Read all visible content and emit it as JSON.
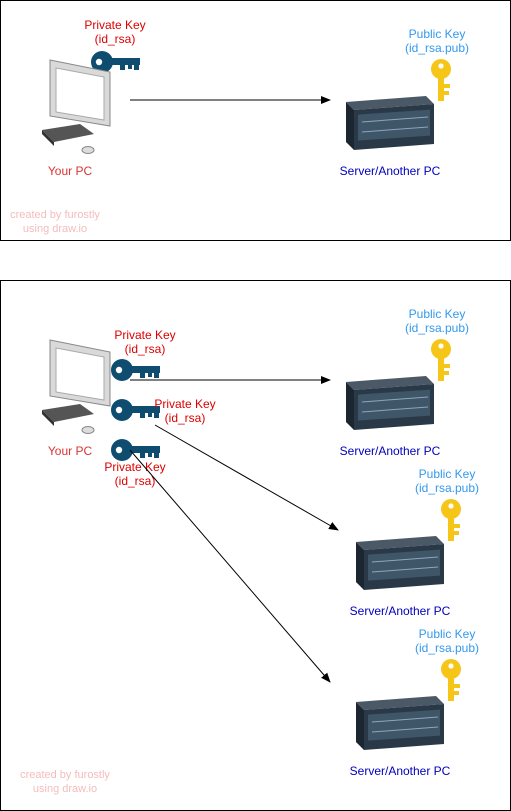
{
  "colors": {
    "private_key": "#dd0000",
    "public_key": "#3399ee",
    "your_pc": "#dd3333",
    "server": "#0000bb",
    "watermark": "#f4bcbc",
    "key_dark": "#0f4d70",
    "key_gold": "#f5c518"
  },
  "icons": [
    "computer-icon",
    "server-icon",
    "private-key-icon",
    "public-key-icon"
  ],
  "diagram1": {
    "private_key": {
      "line1": "Private Key",
      "line2": "(id_rsa)"
    },
    "public_key": {
      "line1": "Public Key",
      "line2": "(id_rsa.pub)"
    },
    "your_pc": "Your PC",
    "server": "Server/Another PC",
    "watermark": {
      "line1": "created by furostly",
      "line2": "using draw.io"
    }
  },
  "diagram2": {
    "private_keys": [
      {
        "line1": "Private Key",
        "line2": "(id_rsa)"
      },
      {
        "line1": "Private Key",
        "line2": "(id_rsa)"
      },
      {
        "line1": "Private Key",
        "line2": "(id_rsa)"
      }
    ],
    "servers": [
      {
        "public_key": {
          "line1": "Public Key",
          "line2": "(id_rsa.pub)"
        },
        "label": "Server/Another PC"
      },
      {
        "public_key": {
          "line1": "Public Key",
          "line2": "(id_rsa.pub)"
        },
        "label": "Server/Another PC"
      },
      {
        "public_key": {
          "line1": "Public Key",
          "line2": "(id_rsa.pub)"
        },
        "label": "Server/Another PC"
      }
    ],
    "your_pc": "Your PC",
    "watermark": {
      "line1": "created by furostly",
      "line2": "using draw.io"
    }
  }
}
